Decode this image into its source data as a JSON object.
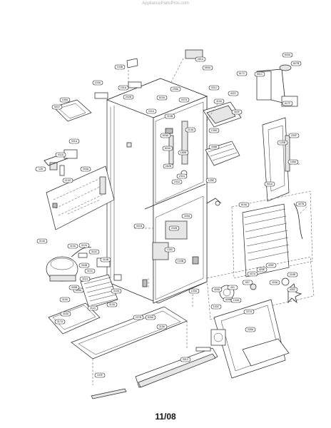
{
  "watermark": "AppliancePartsPros.com",
  "footer_date": "11/08",
  "callouts": [
    "103B",
    "103A",
    "105A",
    "501F",
    "301A",
    "411A",
    "304A",
    "126",
    "413G",
    "314A",
    "310A",
    "312A",
    "310C",
    "310B",
    "304B",
    "318A",
    "319A",
    "405B",
    "321A",
    "312C",
    "316A",
    "317A",
    "311A",
    "313A",
    "310D",
    "315A",
    "301B",
    "201A",
    "202B",
    "205A",
    "207A",
    "211A",
    "210B",
    "214A",
    "503A",
    "262B",
    "616A",
    "185B",
    "231A",
    "241A",
    "320A",
    "232B",
    "135C",
    "104B",
    "610A",
    "201C",
    "281A",
    "650A",
    "600A",
    "607B",
    "617C",
    "501C",
    "617F",
    "410A",
    "402C",
    "302F",
    "135D",
    "406B",
    "135E",
    "100A",
    "200F",
    "125B",
    "165A",
    "501A",
    "619A",
    "407B",
    "401",
    "607",
    "407A",
    "405E",
    "405F",
    "404A",
    "316B",
    "405C",
    "409A",
    "409B",
    "104A",
    "103C",
    "301C",
    "103F",
    "207B",
    "609A",
    "327A",
    "328A"
  ]
}
